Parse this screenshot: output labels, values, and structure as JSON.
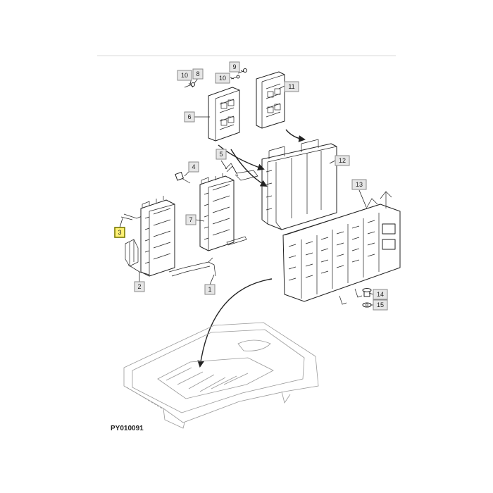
{
  "figure": {
    "figure_id": "PY010091",
    "highlighted_callout": "3"
  },
  "callouts": {
    "c1": "1",
    "c2": "2",
    "c3": "3",
    "c4": "4",
    "c5": "5",
    "c6": "6",
    "c7": "7",
    "c8": "8",
    "c9": "9",
    "c10a": "10",
    "c10b": "10",
    "c11": "11",
    "c12": "12",
    "c13": "13",
    "c14": "14",
    "c15": "15"
  },
  "colors": {
    "highlight": "#fff176",
    "callout_bg": "#e6e6e6",
    "line": "#222222"
  }
}
